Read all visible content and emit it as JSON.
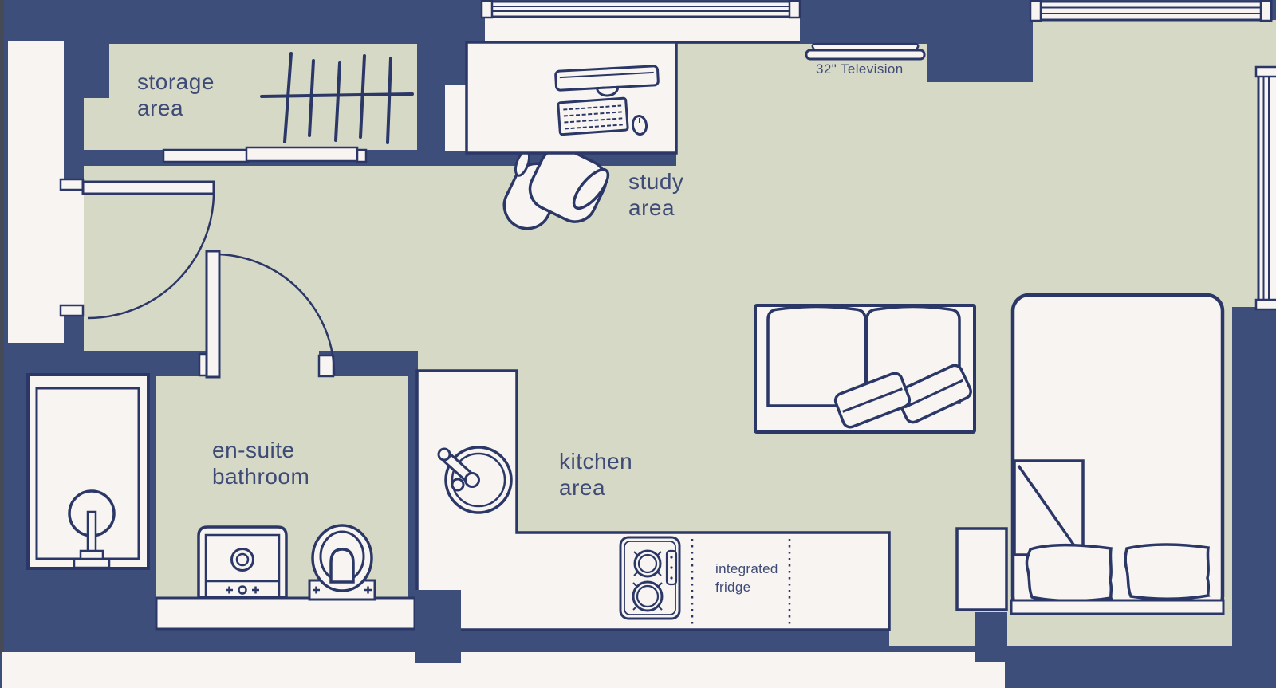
{
  "page": {
    "title": "Studio apartment floor plan"
  },
  "colors": {
    "wall": "#3e4e7b",
    "floor": "#d7d9c7",
    "fixtures": "#f7f4f1",
    "outline": "#2b3766",
    "text": "#3f4b77"
  },
  "labels": {
    "storage": "storage\narea",
    "study": "study\narea",
    "bathroom": "en-suite\nbathroom",
    "kitchen": "kitchen\narea",
    "television": "32\" Television",
    "fridge": "integrated\nfridge"
  },
  "fixtures": [
    "clothes-rail",
    "sliding-door",
    "entrance-door",
    "bathroom-door",
    "desk",
    "monitor",
    "keyboard",
    "mouse",
    "office-chair",
    "television",
    "sofa",
    "sofa-cushions",
    "double-bed",
    "duvet-fold",
    "bed-pillows",
    "headboard",
    "nightstand",
    "shower",
    "washing-machine",
    "toilet",
    "vanity-counter",
    "kitchen-counter",
    "kitchen-sink",
    "hob",
    "integrated-fridge-bay",
    "windows"
  ]
}
